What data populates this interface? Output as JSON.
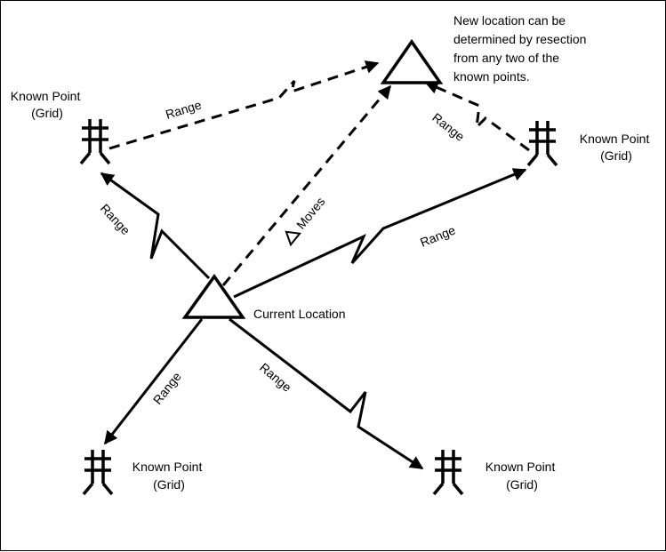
{
  "diagram": {
    "note_lines": [
      "New location can be",
      "determined by resection",
      "from any two of the",
      "known points."
    ],
    "current_location": "Current Location",
    "moves_label": "Moves",
    "range_label": "Range",
    "known_points": [
      {
        "line1": "Known Point",
        "line2": "(Grid)"
      },
      {
        "line1": "Known Point",
        "line2": "(Grid)"
      },
      {
        "line1": "Known Point",
        "line2": "(Grid)"
      },
      {
        "line1": "Known Point",
        "line2": "(Grid)"
      }
    ]
  }
}
